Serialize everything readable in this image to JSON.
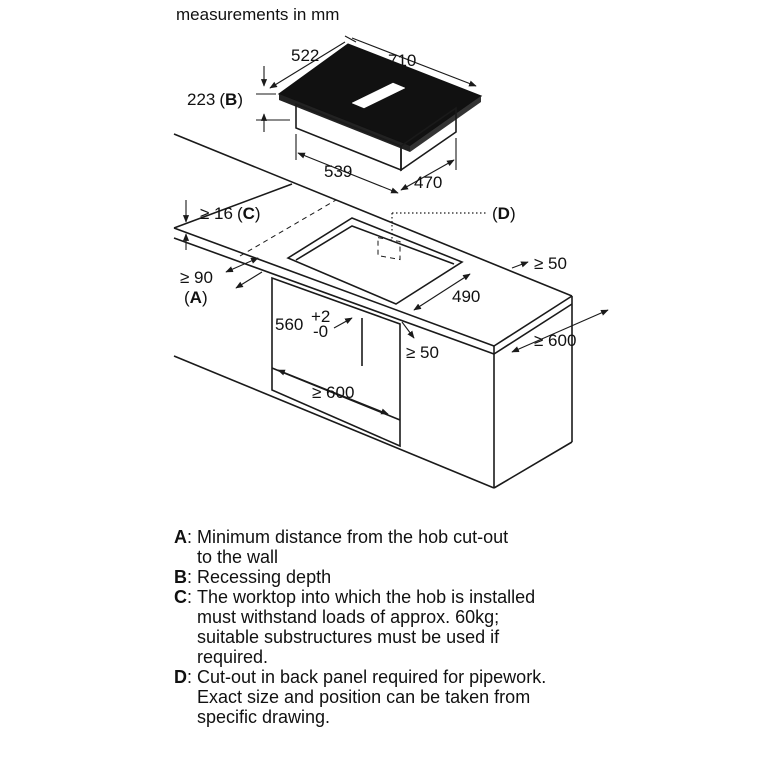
{
  "header": {
    "units_note": "measurements in mm"
  },
  "hob": {
    "depth": "522",
    "width": "710",
    "height_value": "223",
    "height_key": "B",
    "body_depth": "539",
    "body_width": "470"
  },
  "worktop": {
    "thickness_symbol": "≥ 16",
    "thickness_key": "C",
    "pipe_cutout_key": "D",
    "side_gap": "≥ 50",
    "cutout_depth": "490",
    "wall_distance": "≥ 90",
    "wall_key": "A",
    "bottom_gap": "≥ 50",
    "cabinet_depth": "≥ 600"
  },
  "cabinet": {
    "opening_width_base": "560",
    "opening_tol_plus": "+2",
    "opening_tol_minus": "-0",
    "opening_min": "≥ 600"
  },
  "legend": [
    {
      "key": "A",
      "text": "Minimum distance from the hob cut-out\nto the wall"
    },
    {
      "key": "B",
      "text": "Recessing depth"
    },
    {
      "key": "C",
      "text": "The worktop into which the hob is installed\nmust withstand loads of approx. 60kg;\nsuitable substructures must be used if\nrequired."
    },
    {
      "key": "D",
      "text": "Cut-out in back panel required for pipework.\nExact size and position can be taken from\nspecific drawing."
    }
  ]
}
